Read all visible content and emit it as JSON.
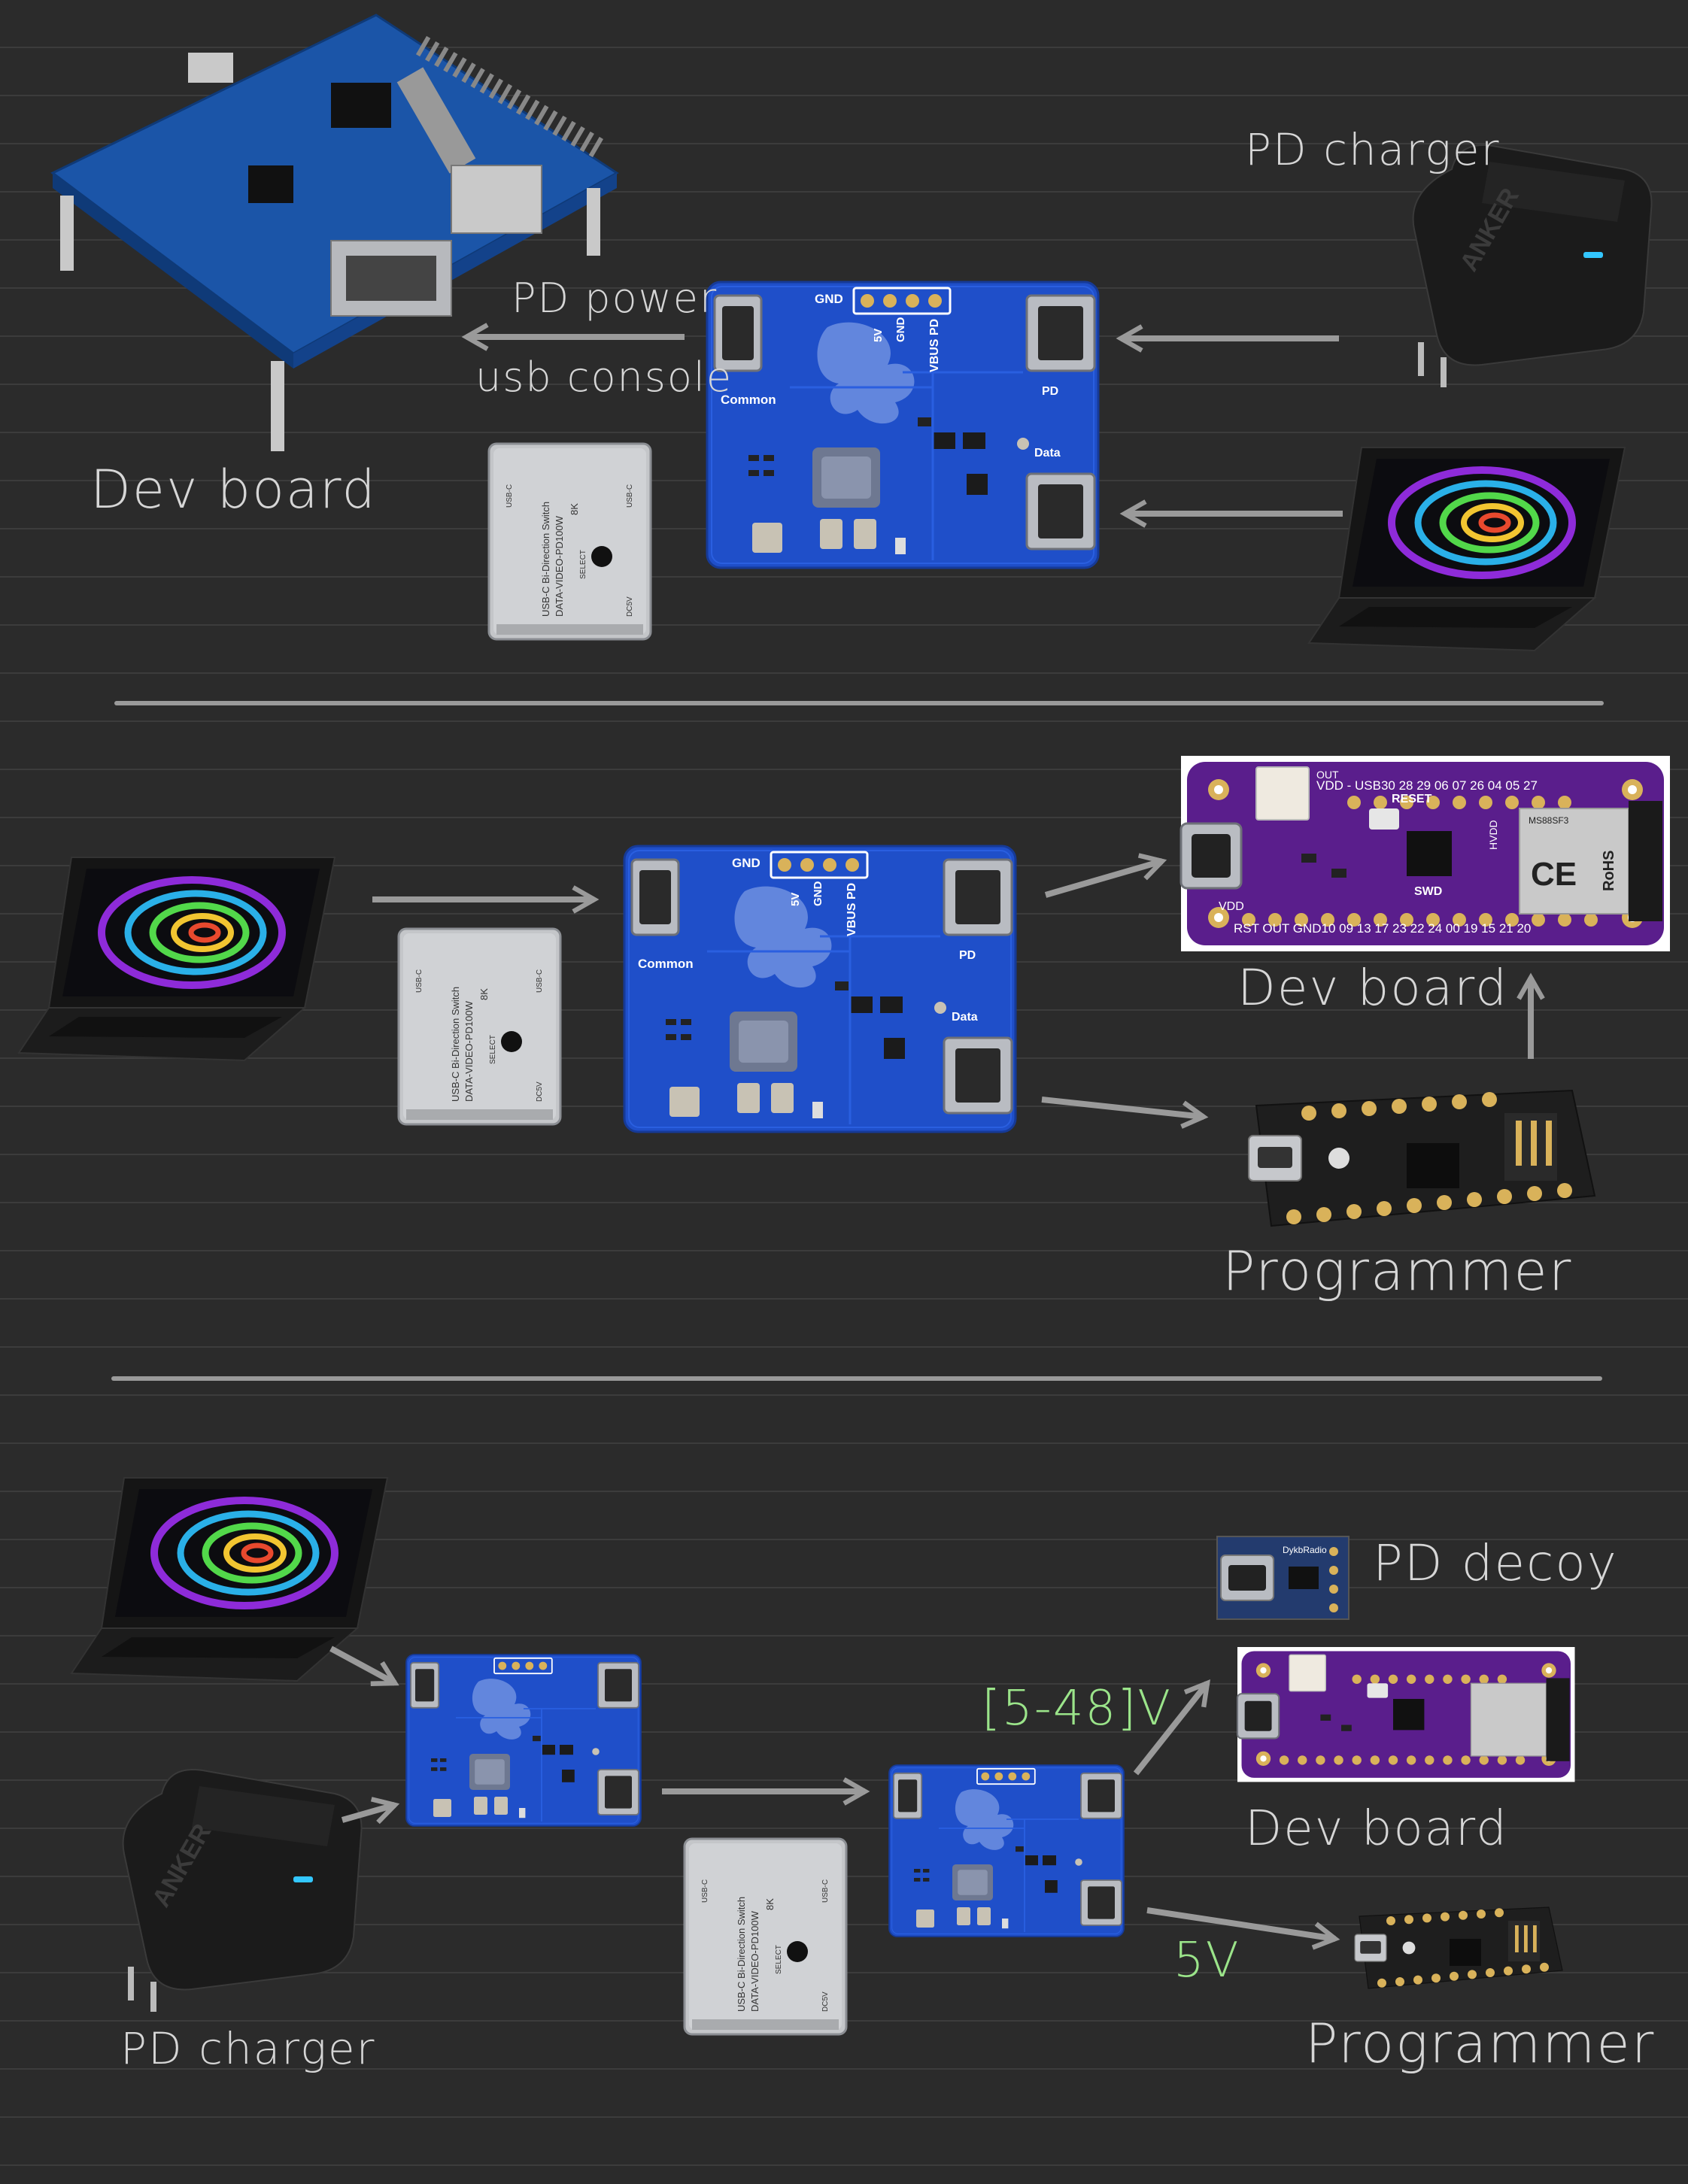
{
  "diagram": {
    "top": {
      "charger_label": "PD charger",
      "power_label": "PD power",
      "console_label": "usb console",
      "devboard_label": "Dev board"
    },
    "middle": {
      "devboard_label": "Dev board",
      "programmer_label": "Programmer"
    },
    "bottom": {
      "decoy_label": "PD decoy",
      "voltage_label": "[5-48]V",
      "devboard_label": "Dev board",
      "fivev_label": "5V",
      "programmer_label": "Programmer",
      "charger_label": "PD charger"
    }
  },
  "pcb": {
    "gnd": "GND",
    "v5": "5V",
    "gnd2": "GND",
    "vbus_pd": "VBUS PD",
    "common": "Common",
    "pd": "PD",
    "data": "Data"
  },
  "switch_box": {
    "line1": "USB-C Bi-Direction Switch",
    "line2": "DATA-VIDEO-PD100W",
    "port_a": "USB-C",
    "port_b": "USB-C",
    "select": "SELECT",
    "dc": "DC5V",
    "res": "8K"
  },
  "charger_brand": "ANKER",
  "purple_board": {
    "top_pins": "VDD - USB30 28 29 06 07 26 04 05 27",
    "bottom_pins": "RST OUT GND10 09 13 17 23 22 24 00 19 15 21 20",
    "reset": "RESET",
    "swd": "SWD",
    "ce": "CE",
    "rohs": "RoHS",
    "module": "MS88SF3",
    "vdd": "VDD",
    "out": "OUT",
    "hvdd": "HVDD"
  },
  "decoy_brand": "DykbRadio",
  "colors": {
    "background": "#2b2b2b",
    "pcb_blue": "#1f4fc9",
    "purple": "#5a1e8c",
    "green_label": "#9be48a",
    "arrow": "#9a9a9a"
  }
}
